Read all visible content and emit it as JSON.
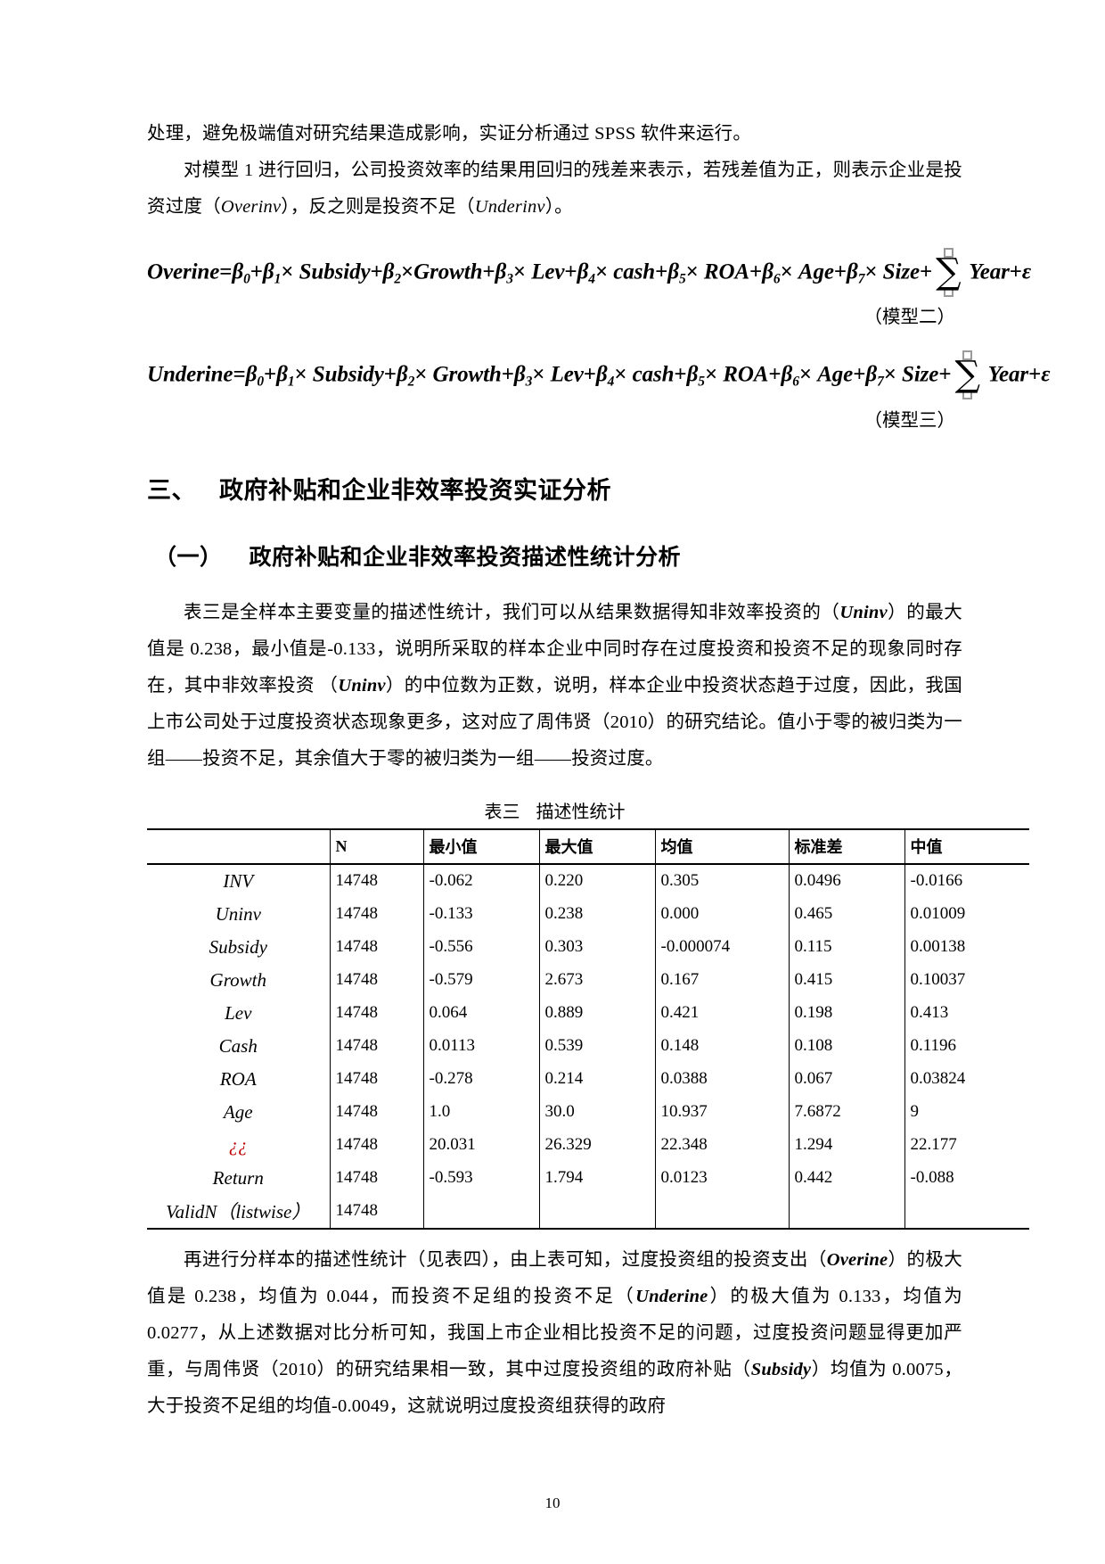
{
  "document": {
    "page_number": "10"
  },
  "paragraphs": {
    "p1": "处理，避免极端值对研究结果造成影响，实证分析通过 SPSS 软件来运行。",
    "p2_a": "对模型 1 进行回归，公司投资效率的结果用回归的残差来表示，若残差值为正，则表示企业是投资过度（",
    "p2_italic1": "Overinv",
    "p2_b": "），反之则是投资不足（",
    "p2_italic2": "Underinv",
    "p2_c": "）。"
  },
  "formulas": {
    "model2": {
      "lhs": "Overine",
      "terms": [
        {
          "text": "β",
          "sub": "0"
        },
        {
          "text": "β",
          "sub": "1",
          "var": "Subsidy"
        },
        {
          "text": "β",
          "sub": "2",
          "var": "Growth"
        },
        {
          "text": "β",
          "sub": "3",
          "var": "Lev"
        },
        {
          "text": "β",
          "sub": "4",
          "var": "cash"
        },
        {
          "text": "β",
          "sub": "5",
          "var": "ROA"
        },
        {
          "text": "β",
          "sub": "6",
          "var": "Age"
        },
        {
          "text": "β",
          "sub": "7",
          "var": "Size"
        }
      ],
      "sum_var": "Year",
      "error": "ε",
      "label": "（模型二）"
    },
    "model3": {
      "lhs": "Underine",
      "sum_var": "Year",
      "error": "ε",
      "label": "（模型三）"
    }
  },
  "headings": {
    "section_num": "三、",
    "section_title": "政府补贴和企业非效率投资实证分析",
    "sub_num": "（一）",
    "sub_title": "政府补贴和企业非效率投资描述性统计分析"
  },
  "body": {
    "line1_a": "表三是全样本主要变量的描述性统计，我们可以从结果数据得知非效率投资的（",
    "line1_it": "Uninv",
    "line1_b": "）的最大值是 0.238，最小值是-0.133，说明所采取的样本企业中同时存在过度投资和投资不足的现象同时存在，其中非效率投资 （",
    "line2_it": "Uninv",
    "line2_b": "）的中位数为正数，说明，样本企业中投资状态趋于过度，因此，我国上市公司处于过度投资状态现象更多，这对应了周伟贤（2010）的研究结论。值小于零的被归类为一组——投资不足，其余值大于零的被归类为一组——投资过度。"
  },
  "table": {
    "caption_main": "表三",
    "caption_sub": "描述性统计",
    "headers": [
      "",
      "N",
      "最小值",
      "最大值",
      "均值",
      "标准差",
      "中值"
    ],
    "rows": [
      {
        "name": "INV",
        "red": false,
        "cells": [
          "14748",
          "-0.062",
          "0.220",
          "0.305",
          "0.0496",
          "-0.0166"
        ]
      },
      {
        "name": "Uninv",
        "red": false,
        "cells": [
          "14748",
          "-0.133",
          "0.238",
          "0.000",
          "0.465",
          "0.01009"
        ]
      },
      {
        "name": "Subsidy",
        "red": false,
        "cells": [
          "14748",
          "-0.556",
          "0.303",
          "-0.000074",
          "0.115",
          "0.00138"
        ]
      },
      {
        "name": "Growth",
        "red": false,
        "cells": [
          "14748",
          "-0.579",
          "2.673",
          "0.167",
          "0.415",
          "0.10037"
        ]
      },
      {
        "name": "Lev",
        "red": false,
        "cells": [
          "14748",
          "0.064",
          "0.889",
          "0.421",
          "0.198",
          "0.413"
        ]
      },
      {
        "name": "Cash",
        "red": false,
        "cells": [
          "14748",
          "0.0113",
          "0.539",
          "0.148",
          "0.108",
          "0.1196"
        ]
      },
      {
        "name": "ROA",
        "red": false,
        "cells": [
          "14748",
          "-0.278",
          "0.214",
          "0.0388",
          "0.067",
          "0.03824"
        ]
      },
      {
        "name": "Age",
        "red": false,
        "cells": [
          "14748",
          "1.0",
          "30.0",
          "10.937",
          "7.6872",
          "9"
        ]
      },
      {
        "name": "¿¿",
        "red": true,
        "cells": [
          "14748",
          "20.031",
          "26.329",
          "22.348",
          "1.294",
          "22.177"
        ]
      },
      {
        "name": "Return",
        "red": false,
        "cells": [
          "14748",
          "-0.593",
          "1.794",
          "0.0123",
          "0.442",
          "-0.088"
        ]
      },
      {
        "name": "ValidN（listwise）",
        "red": false,
        "cells": [
          "14748",
          "",
          "",
          "",
          "",
          ""
        ]
      }
    ]
  },
  "after_table": {
    "a": "再进行分样本的描述性统计（见表四），由上表可知，过度投资组的投资支出（",
    "it1": "Overine",
    "b": "）的极大值是 0.238，均值为 0.044，而投资不足组的投资不足（",
    "it2": "Underine",
    "c": "）的极大值为 0.133，均值为 0.0277，从上述数据对比分析可知，我国上市企业相比投资不足的问题，过度投资问题显得更加严重，与周伟贤（2010）的研究结果相一致，其中过度投资组的政府补贴（",
    "it3": "Subsidy",
    "d": "）均值为 0.0075，大于投资不足组的均值-0.0049，这就说明过度投资组获得的政府"
  }
}
